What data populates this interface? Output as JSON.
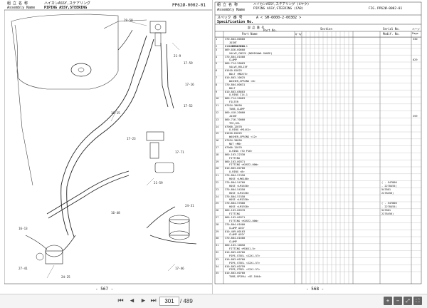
{
  "left_page": {
    "title_jp": "組 立 名 称",
    "title_en": "Assembly Name",
    "assembly_jp": "ハイカンASSY,ステアリング",
    "assembly_en": "PIPING ASSY,STEERING",
    "fig_code": "PP62Ø-0002-01",
    "page_number": "- 567 -",
    "callouts": [
      "29-58",
      "21-9",
      "17-59",
      "17-16",
      "17-52",
      "16-15",
      "17-23",
      "17-71",
      "21-59",
      "24-31",
      "16-48",
      "17-46",
      "16-13",
      "24-25",
      "27-41"
    ]
  },
  "right_page": {
    "title_jp": "組 立 名 称",
    "title_en": "Assembly Name",
    "assembly_jp": "ハイカンASSY,ステアリング (4ヤク)",
    "assembly_en": "PIPING ASSY,STEERING (CAB)",
    "fig_label": "FIG.",
    "fig_code": "PP62Ø-0002-01",
    "spec_label": "スペック 番 号",
    "spec_en": "Specification No.",
    "spec_value": "A < SM-6000-2-00302  >",
    "col_part": "部 品 番 号",
    "col_part_en": "Part No.",
    "col_name": "Part Name",
    "col_qty": "Q'ty",
    "col_section": "Section",
    "col_serial": "Serial No.",
    "col_modif": "Modif. No.",
    "col_page": "ページ Page",
    "page_number": "- 568 -",
    "rows": [
      {
        "no": "1",
        "part": "370-804-00660",
        "name": "",
        "page": "330"
      },
      {
        "no": "",
        "part": "",
        "name": "JOINT",
        "page": ""
      },
      {
        "no": "2",
        "part": "810-803-68603",
        "name": "O-RING C14-1",
        "page": ""
      },
      {
        "no": "3",
        "part": "069-026-60600",
        "name": "",
        "page": ""
      },
      {
        "no": "",
        "part": "",
        "name": "VALVE,CHECK (NORIKAWA GAUGE)",
        "page": ""
      },
      {
        "no": "4",
        "part": "370-804-01600",
        "name": "",
        "page": ""
      },
      {
        "no": "",
        "part": "",
        "name": "CLAMP",
        "page": "629"
      },
      {
        "no": "5",
        "part": "860-714-20003",
        "name": "",
        "page": ""
      },
      {
        "no": "",
        "part": "",
        "name": "VALVE,RELIEF",
        "page": ""
      },
      {
        "no": "6",
        "part": "01010-81025",
        "name": "",
        "page": ""
      },
      {
        "no": "",
        "part": "",
        "name": "BOLT <M8X75>",
        "page": ""
      },
      {
        "no": "7",
        "part": "810-803-10625",
        "name": "",
        "page": ""
      },
      {
        "no": "",
        "part": "",
        "name": "WASHER,SPRING <8>",
        "page": ""
      },
      {
        "no": "8",
        "part": "370-804-00631",
        "name": "",
        "page": ""
      },
      {
        "no": "",
        "part": "",
        "name": "BOLT",
        "page": ""
      },
      {
        "no": "9",
        "part": "810-803-68603",
        "name": "",
        "page": ""
      },
      {
        "no": "",
        "part": "",
        "name": "O-RING C14-1",
        "page": ""
      },
      {
        "no": "10",
        "part": "860-714-20003",
        "name": "",
        "page": ""
      },
      {
        "no": "",
        "part": "",
        "name": "FILTER",
        "page": ""
      },
      {
        "no": "11",
        "part": "07034-30050",
        "name": "",
        "page": ""
      },
      {
        "no": "",
        "part": "",
        "name": "TUBE,CLAMP",
        "page": ""
      },
      {
        "no": "12",
        "part": "860-410-20000",
        "name": "",
        "page": ""
      },
      {
        "no": "",
        "part": "",
        "name": "JOINT",
        "page": "359"
      },
      {
        "no": "13",
        "part": "860-716-70000",
        "name": "",
        "page": ""
      },
      {
        "no": "",
        "part": "",
        "name": "TEE,OIL",
        "page": ""
      },
      {
        "no": "14",
        "part": "07000-12070",
        "name": "",
        "page": ""
      },
      {
        "no": "",
        "part": "",
        "name": "O-RING <M14X1>",
        "page": ""
      },
      {
        "no": "15",
        "part": "01010-81025",
        "name": "",
        "page": ""
      },
      {
        "no": "",
        "part": "",
        "name": "WASHER,SPRING <12>",
        "page": ""
      },
      {
        "no": "16",
        "part": "07034-30050",
        "name": "",
        "page": ""
      },
      {
        "no": "",
        "part": "",
        "name": "NUT <M8>",
        "page": ""
      },
      {
        "no": "17",
        "part": "07000-12070",
        "name": "",
        "page": ""
      },
      {
        "no": "",
        "part": "",
        "name": "O-RING <TO P16>",
        "page": ""
      },
      {
        "no": "18",
        "part": "860-103-22330",
        "name": "",
        "page": ""
      },
      {
        "no": "",
        "part": "",
        "name": "FITTING",
        "page": ""
      },
      {
        "no": "19",
        "part": "860-103-00371",
        "name": "",
        "page": ""
      },
      {
        "no": "",
        "part": "",
        "name": "FITTING <KUSE2-00W>",
        "page": ""
      },
      {
        "no": "20",
        "part": "810-803-60760",
        "name": "",
        "page": ""
      },
      {
        "no": "",
        "part": "",
        "name": "O-RING <8>",
        "page": ""
      },
      {
        "no": "21",
        "part": "370-804-57450",
        "name": "",
        "page": ""
      },
      {
        "no": "",
        "part": "",
        "name": "HOSE <LM6180>",
        "page": ""
      },
      {
        "no": "22",
        "part": "370-804-54760",
        "name": "",
        "page": ""
      },
      {
        "no": "",
        "part": "",
        "name": "HOSE <LM1630>",
        "page": ""
      },
      {
        "no": "23",
        "part": "370-804-54350",
        "name": "",
        "page": ""
      },
      {
        "no": "",
        "part": "",
        "name": "HOSE <LM1330>",
        "page": ""
      },
      {
        "no": "24",
        "part": "370-804-57450",
        "name": "",
        "page": ""
      },
      {
        "no": "",
        "part": "",
        "name": "HOSE <LM1330>",
        "page": ""
      },
      {
        "no": "25",
        "part": "370-804-57800",
        "name": "",
        "page": ""
      },
      {
        "no": "",
        "part": "",
        "name": "HOSE <LM1920>",
        "page": ""
      },
      {
        "no": "26",
        "part": "860-103-00370",
        "name": "",
        "page": ""
      },
      {
        "no": "",
        "part": "",
        "name": "FITTING",
        "page": ""
      },
      {
        "no": "27",
        "part": "860-103-00371",
        "name": "",
        "page": ""
      },
      {
        "no": "",
        "part": "",
        "name": "FITTING <KUSE2-00W>",
        "page": ""
      },
      {
        "no": "28",
        "part": "370-804-01600",
        "name": "",
        "page": ""
      },
      {
        "no": "",
        "part": "",
        "name": "CLAMP ASSY",
        "page": ""
      },
      {
        "no": "29",
        "part": "810-409-00103",
        "name": "",
        "page": ""
      },
      {
        "no": "",
        "part": "",
        "name": "CLAMP ASSY",
        "page": ""
      },
      {
        "no": "30",
        "part": "370-804-01600",
        "name": "",
        "page": ""
      },
      {
        "no": "",
        "part": "",
        "name": "CLAMP",
        "page": ""
      },
      {
        "no": "31",
        "part": "860-103-10850",
        "name": "",
        "page": ""
      },
      {
        "no": "",
        "part": "",
        "name": "FITTING <M16X1.5>",
        "page": ""
      },
      {
        "no": "32",
        "part": "810-803-60760",
        "name": "",
        "page": ""
      },
      {
        "no": "",
        "part": "",
        "name": "PIPE,STEEL <22X1.5T>",
        "page": ""
      },
      {
        "no": "33",
        "part": "810-803-60760",
        "name": "",
        "page": ""
      },
      {
        "no": "",
        "part": "",
        "name": "PIPE,STEEL <22X1.5T>",
        "page": ""
      },
      {
        "no": "34",
        "part": "810-803-60759",
        "name": "",
        "page": ""
      },
      {
        "no": "",
        "part": "",
        "name": "PIPE,STEEL <22X1.5T>",
        "page": ""
      },
      {
        "no": "35",
        "part": "810-803-60760",
        "name": "",
        "page": ""
      },
      {
        "no": "",
        "part": "",
        "name": "TUBE,SPIRAL <SE-1004>",
        "page": ""
      }
    ],
    "serial_notes": [
      {
        "row": 41,
        "text": "(      - 547800"
      },
      {
        "row": 42,
        "text": "    - 2278455)"
      },
      {
        "row": 43,
        "text": "547801"
      },
      {
        "row": 44,
        "text": "2278456)"
      },
      {
        "row": 47,
        "text": "(      - 547800"
      },
      {
        "row": 48,
        "text": "    - 2278455)"
      },
      {
        "row": 49,
        "text": "547801"
      },
      {
        "row": 50,
        "text": "2278456)"
      }
    ]
  },
  "toolbar": {
    "current_page": "301",
    "total_pages": "/ 489",
    "icons": [
      "first-page-icon",
      "prev-page-icon",
      "next-page-icon",
      "last-page-icon",
      "zoom-in-icon",
      "zoom-out-icon",
      "fit-icon",
      "fullscreen-icon"
    ]
  }
}
